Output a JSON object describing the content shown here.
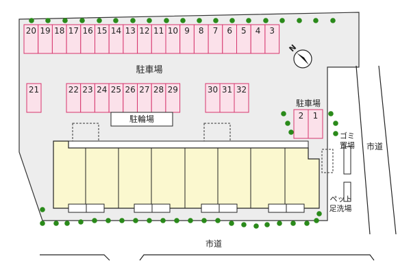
{
  "colors": {
    "lot": "#ededed",
    "lot_border": "#333333",
    "parking": "#fbe1ea",
    "parking_border": "#d6336c",
    "building": "#fbf8cf",
    "tree": "#2a8a1a",
    "line": "#222222"
  },
  "parking": {
    "label": "駐車場",
    "top_row": [
      "20",
      "19",
      "18",
      "17",
      "16",
      "15",
      "14",
      "13",
      "12",
      "11",
      "10",
      "9",
      "8",
      "7",
      "6",
      "5",
      "4",
      "3"
    ],
    "middle_left": [
      "21"
    ],
    "middle_center": [
      "22",
      "23",
      "24",
      "25",
      "26",
      "27",
      "28",
      "29"
    ],
    "middle_right": [
      "30",
      "31",
      "32"
    ],
    "side_lot_label": "駐車場",
    "side_lot": [
      "2",
      "1"
    ]
  },
  "labels": {
    "bicycle_parking": "駐輪場",
    "garbage": "ゴミ置場",
    "pet_wash": "ペット足洗場",
    "road_east": "市道",
    "road_south": "市道"
  },
  "compass": {
    "north": "N"
  }
}
